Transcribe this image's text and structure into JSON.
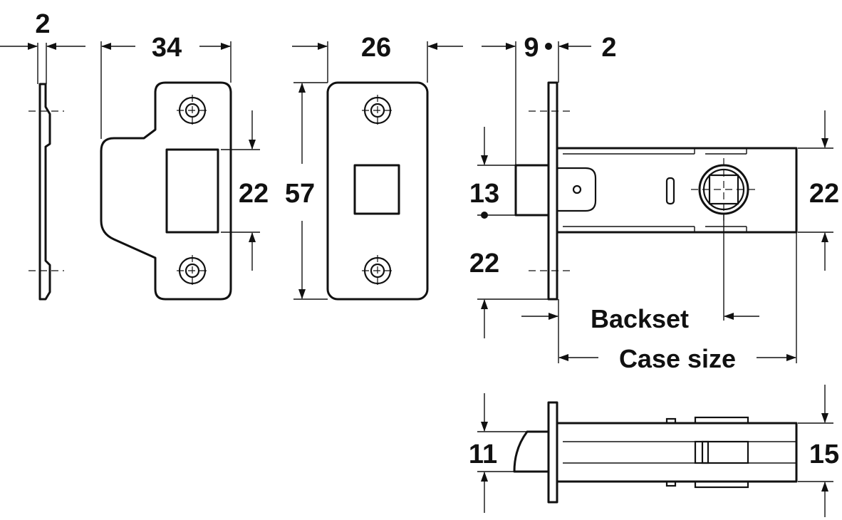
{
  "dimensions": {
    "strike_plate_thickness": "2",
    "strike_plate_width": "34",
    "forend_width": "26",
    "forend_height": "57",
    "latch_projection": "9",
    "forend_thickness": "2",
    "strike_opening_height": "22",
    "latch_bolt_height": "13",
    "forend_offset": "22",
    "case_height": "22",
    "backset_label": "Backset",
    "case_size_label": "Case size",
    "bolt_height_side": "11",
    "case_depth_side": "15"
  },
  "icons": [
    "screw-hole-icon",
    "spindle-square-icon"
  ],
  "colors": {
    "line": "#111111",
    "background": "#ffffff"
  }
}
